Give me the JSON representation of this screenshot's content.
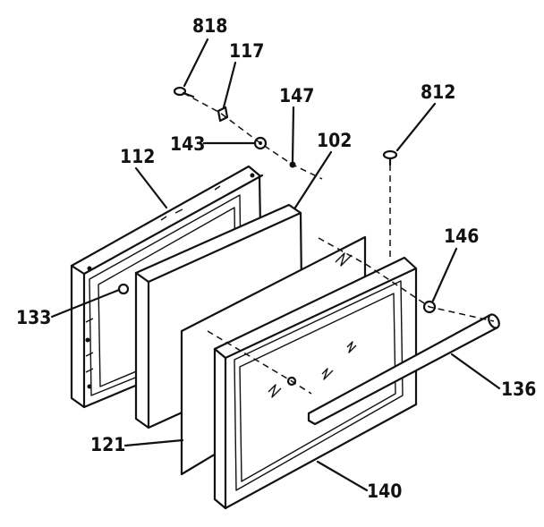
{
  "labels": {
    "l818": "818",
    "l117": "117",
    "l147": "147",
    "l812": "812",
    "l143": "143",
    "l102": "102",
    "l112": "112",
    "l146": "146",
    "l133": "133",
    "l136": "136",
    "l121": "121",
    "l140": "140"
  }
}
